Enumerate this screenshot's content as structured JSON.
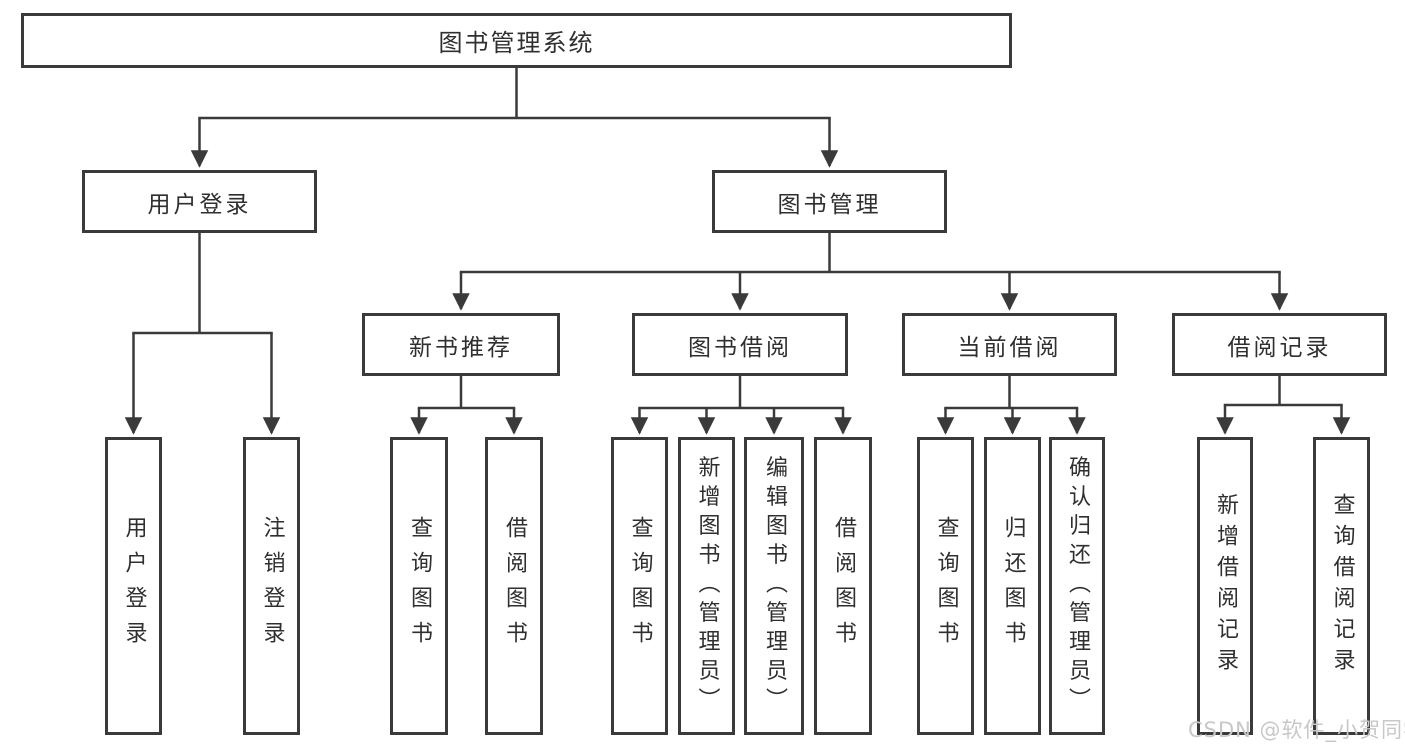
{
  "diagram": {
    "type": "hierarchy-tree",
    "colors": {
      "line": "#3a3a3a",
      "box_border": "#3a3a3a",
      "text": "#2f2f2f",
      "background": "#ffffff",
      "watermark": "#c8c8c8"
    },
    "tree": {
      "label": "图书管理系统",
      "children": [
        {
          "label": "用户登录",
          "children": [
            {
              "label": "用户登录"
            },
            {
              "label": "注销登录"
            }
          ]
        },
        {
          "label": "图书管理",
          "children": [
            {
              "label": "新书推荐",
              "children": [
                {
                  "label": "查询图书"
                },
                {
                  "label": "借阅图书"
                }
              ]
            },
            {
              "label": "图书借阅",
              "children": [
                {
                  "label": "查询图书"
                },
                {
                  "label": "新增图书（管理员）"
                },
                {
                  "label": "编辑图书（管理员）"
                },
                {
                  "label": "借阅图书"
                }
              ]
            },
            {
              "label": "当前借阅",
              "children": [
                {
                  "label": "查询图书"
                },
                {
                  "label": "归还图书"
                },
                {
                  "label": "确认归还（管理员）"
                }
              ]
            },
            {
              "label": "借阅记录",
              "children": [
                {
                  "label": "新增借阅记录"
                },
                {
                  "label": "查询借阅记录"
                }
              ]
            }
          ]
        }
      ]
    },
    "watermark": {
      "text": "CSDN @软件_小贺同学"
    }
  }
}
